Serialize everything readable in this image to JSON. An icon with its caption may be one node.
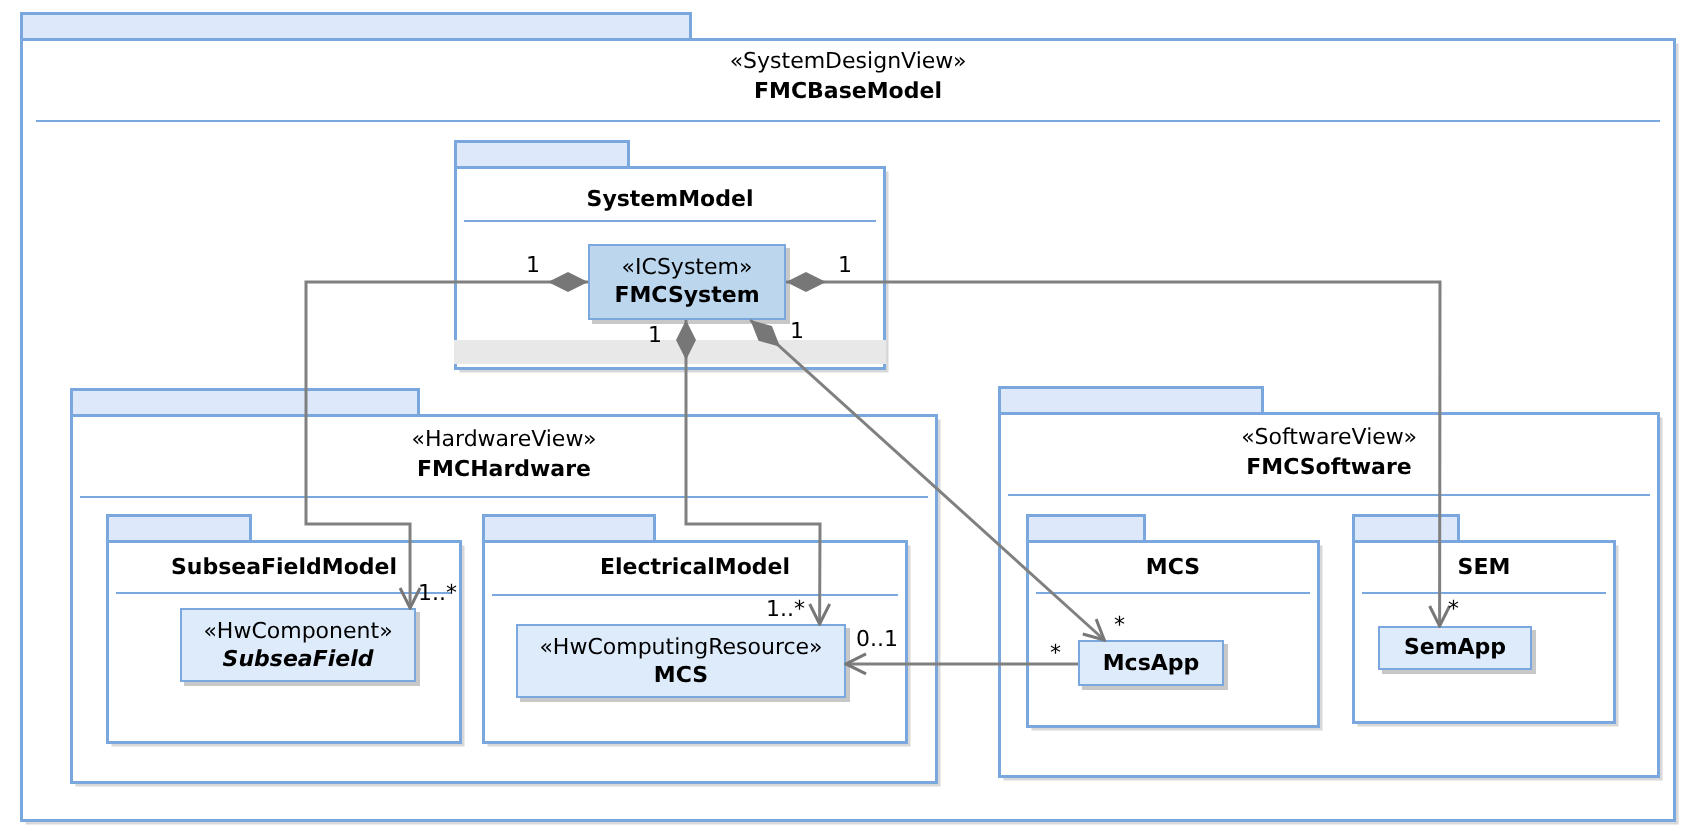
{
  "diagram": {
    "nodes": [
      {
        "text": [
          "«SystemDesignView»",
          "FMCBaseModel"
        ]
      },
      {
        "text": [
          "SystemModel"
        ],
        "in": 0
      },
      {
        "text": [
          "«ICSystem»",
          "FMCSystem"
        ],
        "in": 1
      },
      {
        "text": [
          "«HardwareView»",
          "FMCHardware"
        ],
        "in": 0
      },
      {
        "text": [
          "SubseaFieldModel"
        ],
        "in": 3
      },
      {
        "text": [
          "«HwComponent»",
          "*SubseaField*"
        ],
        "in": 4
      },
      {
        "text": [
          "ElectricalModel"
        ],
        "in": 3
      },
      {
        "text": [
          "«HwComputingResource»",
          "MCS"
        ],
        "in": 6
      },
      {
        "text": [
          "«SoftwareView»",
          "FMCSoftware"
        ],
        "in": 0
      },
      {
        "text": [
          "MCS"
        ],
        "in": 8
      },
      {
        "text": [
          "McsApp"
        ],
        "in": 9
      },
      {
        "text": [
          "SEM"
        ],
        "in": 8
      },
      {
        "text": [
          "SemApp"
        ],
        "in": 11
      }
    ],
    "edges": [
      {
        "from": 2,
        "to": 5,
        "arrow": "to"
      },
      {
        "from": 2,
        "to": 7,
        "arrow": "to"
      },
      {
        "from": 2,
        "to": 10,
        "arrow": "to"
      },
      {
        "from": 2,
        "to": 12,
        "arrow": "to"
      },
      {
        "from": 10,
        "to": 7,
        "arrow": "to"
      }
    ],
    "labels": [
      "1",
      "1",
      "1",
      "1",
      "1..*",
      "1..*",
      "0..1",
      "*",
      "*",
      "*"
    ]
  }
}
